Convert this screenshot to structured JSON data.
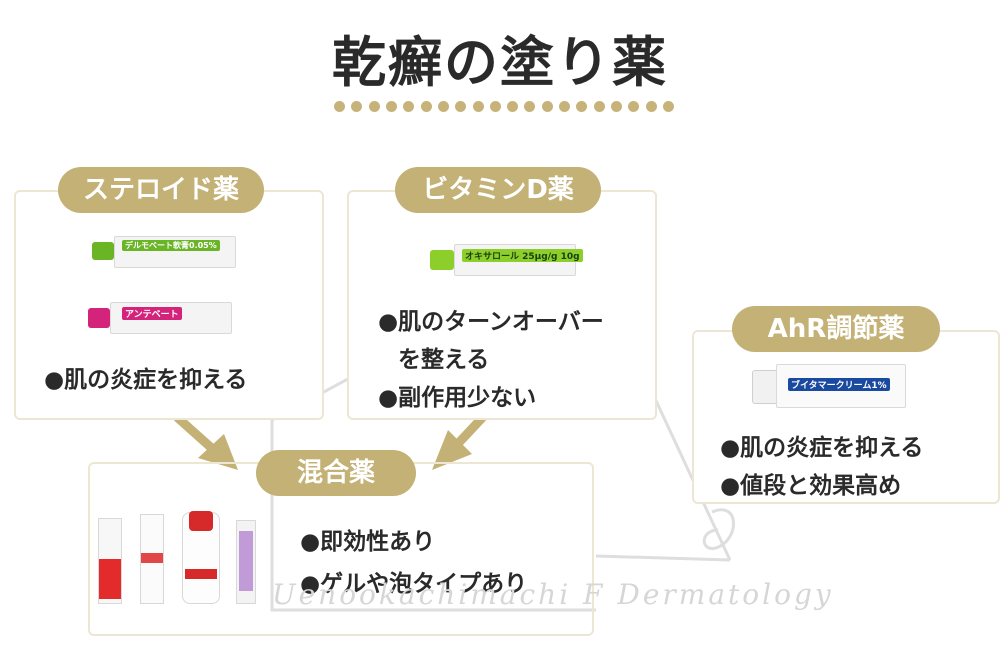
{
  "title": "乾癬の塗り薬",
  "cards": {
    "steroid": {
      "label": "ステロイド薬",
      "text": "●肌の炎症を抑える",
      "tube1_label": "デルモベート軟膏0.05%",
      "tube2_label": "アンテベート"
    },
    "vitamin_d": {
      "label": "ビタミンD薬",
      "lines": [
        "●肌のターンオーバー",
        "を整える",
        "●副作用少ない"
      ],
      "tube_label": "オキサロール 25µg/g 10g"
    },
    "ahr": {
      "label": "AhR調節薬",
      "lines": [
        "●肌の炎症を抑える",
        "●値段と効果高め"
      ],
      "tube_label": "ブイタマークリーム1%"
    },
    "mixed": {
      "label": "混合薬",
      "lines": [
        "●即効性あり",
        "●ゲルや泡タイプあり"
      ]
    }
  },
  "watermark": "Uenookachimachi F Dermatology",
  "colors": {
    "accent": "#c4b176",
    "dots": "#c7b37a",
    "border": "#ece6d3"
  }
}
